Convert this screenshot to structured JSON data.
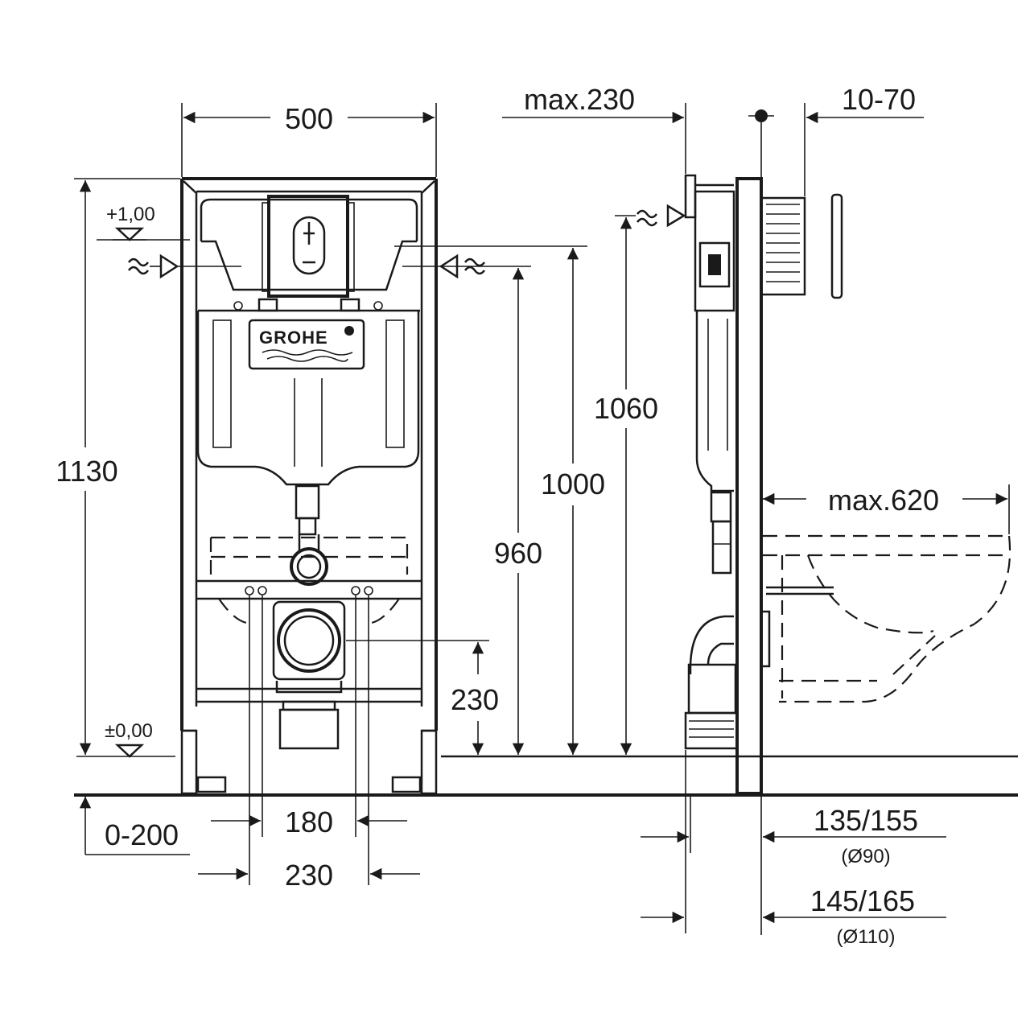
{
  "front_view": {
    "dim_width": "500",
    "dim_total_height": "1130",
    "level_top": "+1,00",
    "level_zero": "±0,00",
    "dim_bracket_height": "1000",
    "dim_inlet_height": "960",
    "dim_drain_height": "230",
    "dim_bolt_spacing_inner": "180",
    "dim_bolt_spacing_outer": "230",
    "dim_floor_adjust": "0-200",
    "brand_logo": "GROHE"
  },
  "side_view": {
    "dim_max_depth_top": "max.230",
    "dim_wall_offset": "10-70",
    "dim_frame_height": "1060",
    "dim_max_bowl": "max.620",
    "dim_outlet_90": "135/155",
    "dim_outlet_90_dia": "(Ø90)",
    "dim_outlet_110": "145/165",
    "dim_outlet_110_dia": "(Ø110)"
  }
}
